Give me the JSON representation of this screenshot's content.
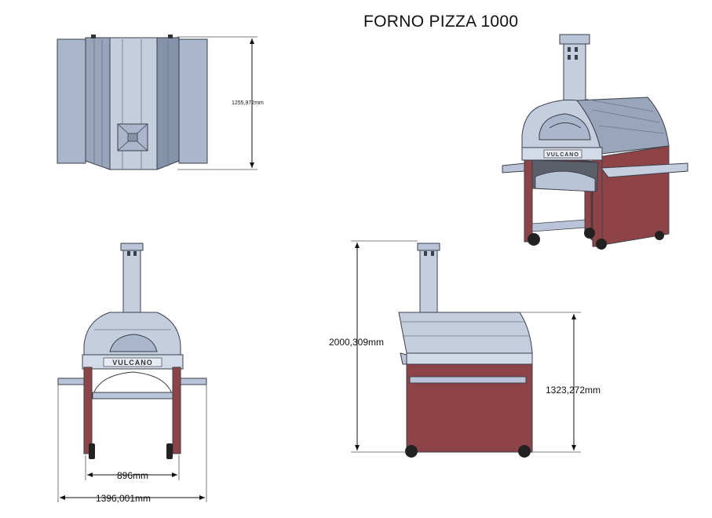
{
  "title": "FORNO PIZZA 1000",
  "brand": "VULCANO",
  "dimensions": {
    "top_depth": "1255,972mm",
    "front_inner_width": "896mm",
    "front_total_width": "1396,001mm",
    "side_total_height": "2000,309mm",
    "side_base_height": "1323,272mm"
  },
  "colors": {
    "steel": "#b9c4d8",
    "steel_dark": "#8e9bb0",
    "frame_red": "#8e4447",
    "outline": "#3a3f48"
  }
}
